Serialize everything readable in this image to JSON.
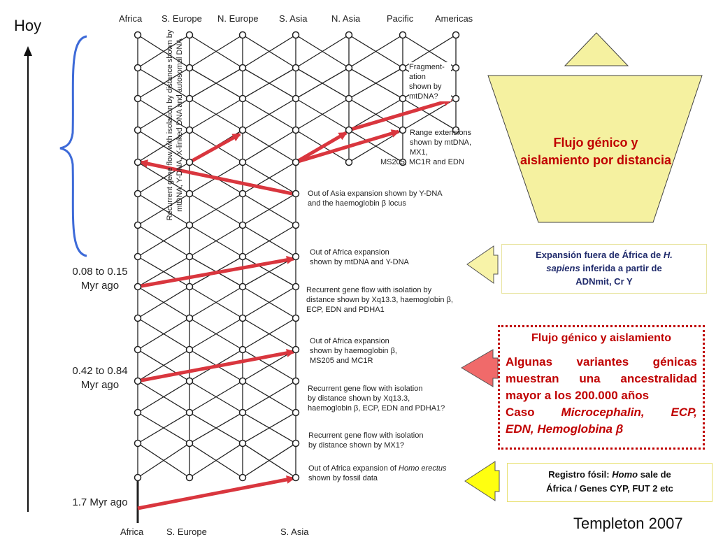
{
  "left_label": "Hoy",
  "regions_top": [
    "Africa",
    "S. Europe",
    "N. Europe",
    "S. Asia",
    "N. Asia",
    "Pacific",
    "Americas"
  ],
  "regions_bottom": [
    "Africa",
    "S. Europe",
    "S. Asia"
  ],
  "vertical_label": "Recurrent gene flow with isolation by distance shown by mtDNA, Y-DNA, X-linked DNA and autosomal DNA",
  "time_labels": [
    {
      "line1": "0.08 to 0.15",
      "line2": "Myr ago"
    },
    {
      "line1": "0.42 to 0.84",
      "line2": "Myr ago"
    },
    {
      "line1": "1.7 Myr ago",
      "line2": ""
    }
  ],
  "annotations": {
    "fragmentation": [
      "Fragment-",
      "ation",
      "shown by",
      "mtDNA?"
    ],
    "range_ext": [
      "Range extensions",
      "shown by mtDNA, MX1,",
      "MS205, MC1R and EDN"
    ],
    "out_asia": [
      "Out of Asia expansion shown by Y-DNA",
      "and the haemoglobin β locus"
    ],
    "out_africa_1": [
      "Out of Africa expansion",
      "shown by mtDNA and Y-DNA"
    ],
    "gene_flow_1": [
      "Recurrent gene flow with isolation by",
      "distance shown by Xq13.3, haemoglobin β,",
      "ECP, EDN and PDHA1"
    ],
    "out_africa_2": [
      "Out of Africa expansion",
      "shown by haemoglobin β,",
      "MS205 and MC1R"
    ],
    "gene_flow_2": [
      "Recurrent gene flow with isolation",
      "by distance shown by  Xq13.3,",
      "haemoglobin β, ECP, EDN and PDHA1?"
    ],
    "gene_flow_3": [
      "Recurrent gene flow with isolation",
      "by distance shown by MX1?"
    ],
    "out_africa_erectus": {
      "prefix": "Out of Africa expansion of ",
      "italic": "Homo erectus",
      "line2": "shown by fossil data"
    }
  },
  "trapezoid_text": {
    "line1": "Flujo génico y",
    "line2": "aislamiento por distancia"
  },
  "box_sapiens": {
    "prefix": "Expansión fuera de África de ",
    "italic1": "H.",
    "italic2": "sapiens",
    "rest": " inferida a partir de",
    "line3": "ADNmit, Cr Y"
  },
  "box_flujo": {
    "title": "Flujo génico y aislamiento",
    "body": [
      "Algunas variantes génicas",
      "muestran una ancestralidad",
      "mayor a los 200.000 años"
    ],
    "caso_prefix": "Caso ",
    "caso_italic": "Microcephalin, ECP,",
    "caso_italic2": "EDN, Hemoglobina β"
  },
  "box_fosil": {
    "prefix": "Registro fósil: ",
    "italic": "Homo",
    "rest": " sale de",
    "line2": "África / Genes CYP, FUT 2 etc"
  },
  "credit": "Templeton 2007",
  "colors": {
    "arrow_red": "#d9363e",
    "yellow": "#f5f1a0",
    "yellow_arrow": "#f8f3a8",
    "pink_arrow": "#f06a6a",
    "bright_yellow": "#ffff10",
    "blue_brace": "#3d6ad8",
    "dark_red_text": "#c00000",
    "navy_text": "#1f2a6b"
  }
}
